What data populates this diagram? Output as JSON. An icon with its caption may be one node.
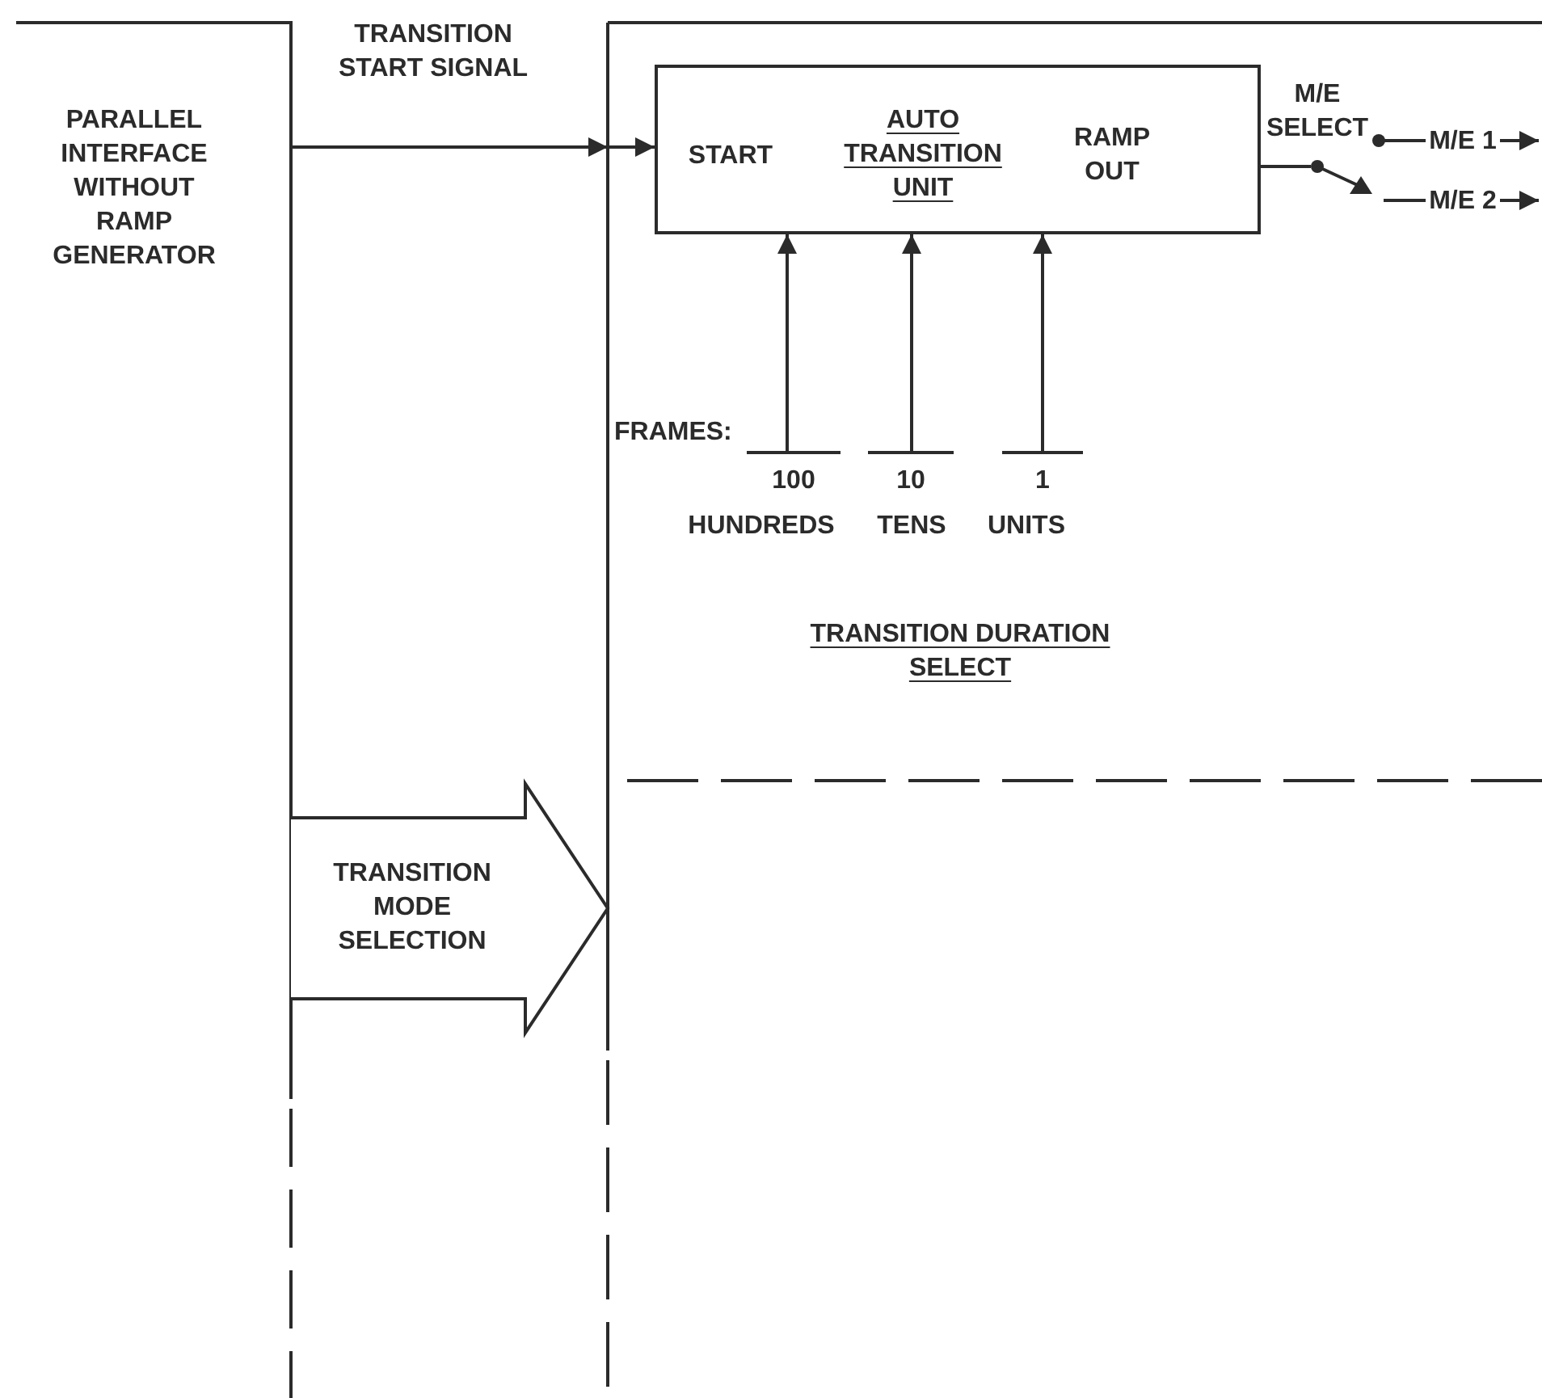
{
  "diagram": {
    "nodes": [
      {
        "text": [
          "PARALLEL INTERFACE WITHOUT RAMP GENERATOR"
        ]
      },
      {
        "text": [],
        "shape": "box"
      },
      {
        "text": [
          "START",
          "AUTO TRANSITION UNIT",
          "RAMP OUT"
        ],
        "in": 1
      },
      {
        "text": [],
        "shape": "switch",
        "beside": [
          "M/E SELECT"
        ],
        "in": 1
      },
      {
        "text": [
          "M/E 1"
        ],
        "in": 1
      },
      {
        "text": [
          "M/E 2"
        ],
        "in": 1
      },
      {
        "text": [
          "100",
          "HUNDREDS"
        ],
        "in": 1
      },
      {
        "text": [
          "10",
          "TENS"
        ],
        "in": 1
      },
      {
        "text": [
          "1",
          "UNITS"
        ],
        "in": 1
      },
      {
        "text": [
          "TRANSITION MODE SELECTION"
        ]
      }
    ],
    "edges": [
      {
        "from": 0,
        "to": 2,
        "arrow": "to",
        "label": "TRANSITION START SIGNAL"
      },
      {
        "from": 2,
        "to": 3,
        "arrow": "none"
      },
      {
        "from": 3,
        "to": 4,
        "arrow": "none"
      },
      {
        "from": 3,
        "to": 5,
        "arrow": "none"
      },
      {
        "from": 4,
        "to": null,
        "arrow": "to"
      },
      {
        "from": 5,
        "to": null,
        "arrow": "to"
      },
      {
        "from": 6,
        "to": 2,
        "arrow": "to"
      },
      {
        "from": 7,
        "to": 2,
        "arrow": "to"
      },
      {
        "from": 8,
        "to": 2,
        "arrow": "to"
      }
    ],
    "labels": [
      "FRAMES:",
      "TRANSITION DURATION SELECT"
    ]
  }
}
